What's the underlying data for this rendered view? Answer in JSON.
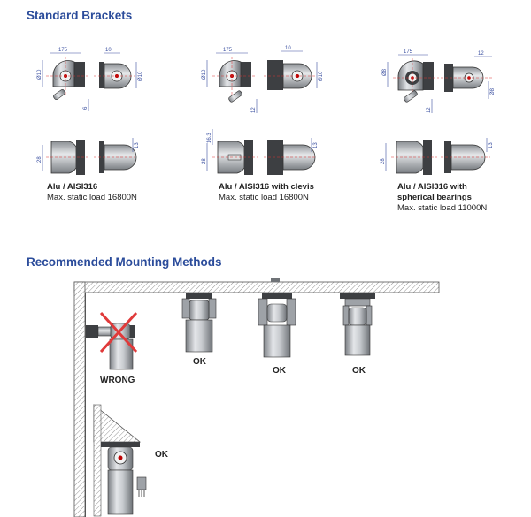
{
  "standard_brackets": {
    "title": "Standard Brackets",
    "items": [
      {
        "name": "Alu / AISI316",
        "load": "Max. static load 16800N",
        "dims": {
          "width_top": "175",
          "dia_left": "Ø10",
          "thick": "10",
          "dia_right": "Ø10",
          "plate": "6",
          "height_front": "28",
          "height_side": "13"
        }
      },
      {
        "name": "Alu / AISI316 with clevis",
        "load": "Max. static load 16800N",
        "dims": {
          "width_top": "175",
          "dia_left": "Ø10",
          "thick": "10",
          "dia_right": "Ø10",
          "plate": "12",
          "height_front": "28",
          "offset": "16.3",
          "height_side": "13"
        }
      },
      {
        "name": "Alu / AISI316 with",
        "name2": "spherical bearings",
        "load": "Max. static load 11000N",
        "dims": {
          "width_top": "175",
          "dia_left": "Ø8",
          "thick": "12",
          "dia_right": "Ø8",
          "plate": "12",
          "height_front": "28",
          "height_side": "13"
        }
      }
    ]
  },
  "mounting": {
    "title": "Recommended Mounting Methods",
    "labels": {
      "wrong": "WRONG",
      "ok1": "OK",
      "ok2": "OK",
      "ok3": "OK",
      "ok4": "OK"
    }
  }
}
